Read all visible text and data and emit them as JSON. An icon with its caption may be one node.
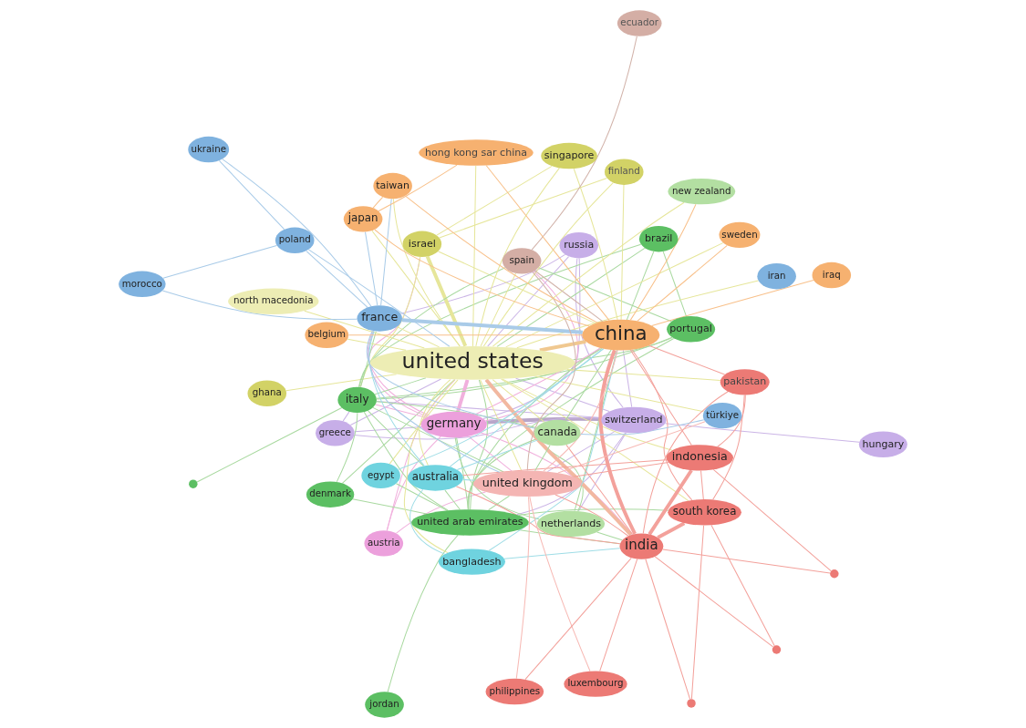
{
  "diagram": {
    "nodes": [
      {
        "text": [
          "ghana"
        ]
      },
      {
        "text": [
          "hungary"
        ]
      },
      {
        "text": [
          "austria"
        ]
      },
      {
        "text": [
          "switzerland"
        ]
      },
      {
        "text": [
          "russia"
        ]
      },
      {
        "text": [
          "greece"
        ]
      },
      {
        "text": [
          "jordan"
        ]
      },
      {
        "text": [
          "united arab emirates"
        ]
      },
      {
        "text": [
          "denmark"
        ]
      },
      {
        "text": [
          "portugal"
        ]
      },
      {
        "text": [
          "netherlands"
        ]
      },
      {
        "text": [
          "germany"
        ]
      },
      {
        "text": [
          "brazil"
        ]
      },
      {
        "text": [
          "finland"
        ]
      },
      {
        "text": [
          "israel"
        ]
      },
      {
        "text": [
          "italy"
        ]
      },
      {
        "text": [
          "united states"
        ]
      },
      {
        "text": [],
        "shape": "circle"
      },
      {
        "text": [
          "north macedonia"
        ]
      },
      {
        "text": [
          "bangladesh"
        ]
      },
      {
        "text": [
          "south korea"
        ]
      },
      {
        "text": [],
        "shape": "circle"
      },
      {
        "text": [
          "pakistan"
        ]
      },
      {
        "text": [],
        "shape": "circle"
      },
      {
        "text": [
          "indonesia"
        ]
      },
      {
        "text": [
          "india"
        ]
      },
      {
        "text": [
          "singapore"
        ]
      },
      {
        "text": [
          "egypt"
        ]
      },
      {
        "text": [
          "australia"
        ]
      },
      {
        "text": [
          "canada"
        ]
      },
      {
        "text": [
          "france"
        ]
      },
      {
        "text": [
          "sweden"
        ]
      },
      {
        "text": [
          "belgium"
        ]
      },
      {
        "text": [
          "spain"
        ]
      },
      {
        "text": [
          "united kingdom"
        ]
      },
      {
        "text": [
          "morocco"
        ]
      },
      {
        "text": [
          "poland"
        ]
      },
      {
        "text": [
          "ecuador"
        ]
      },
      {
        "text": [
          "japan"
        ]
      },
      {
        "text": [
          "china"
        ]
      },
      {
        "text": [
          "ukraine"
        ]
      },
      {
        "text": [
          "hong kong sar china"
        ]
      },
      {
        "text": [
          "taiwan"
        ]
      },
      {
        "text": [
          "new zealand"
        ]
      },
      {
        "text": [
          "luxembourg"
        ]
      },
      {
        "text": [
          "philippines"
        ]
      },
      {
        "text": [
          "iraq"
        ]
      },
      {
        "text": [
          "türkiye"
        ]
      },
      {
        "text": [
          "iran"
        ]
      },
      {
        "text": [],
        "shape": "circle"
      }
    ],
    "edges": [
      {
        "from": 0,
        "to": 16,
        "arrow": "none",
        "color": "#e6e69a"
      },
      {
        "from": 1,
        "to": 3,
        "arrow": "none",
        "color": "#cbb5e6"
      },
      {
        "from": 2,
        "to": 11,
        "arrow": "none",
        "color": "#f1b0dd"
      },
      {
        "from": 2,
        "to": 16,
        "arrow": "none",
        "color": "#f1b0dd"
      },
      {
        "from": 2,
        "to": 34,
        "arrow": "none",
        "color": "#f1b0dd"
      },
      {
        "from": 3,
        "to": 4,
        "arrow": "none",
        "color": "#cbb5e6"
      },
      {
        "from": 3,
        "to": 11,
        "arrow": "none",
        "color": "#b9a6c9",
        "style": "thick"
      },
      {
        "from": 3,
        "to": 16,
        "arrow": "none",
        "color": "#cbb5e6"
      },
      {
        "from": 3,
        "to": 15,
        "arrow": "none",
        "color": "#cbb5e6"
      },
      {
        "from": 3,
        "to": 7,
        "arrow": "none",
        "color": "#cbb5e6"
      },
      {
        "from": 3,
        "to": 39,
        "arrow": "none",
        "color": "#cbb5e6"
      },
      {
        "from": 3,
        "to": 34,
        "arrow": "none",
        "color": "#cbb5e6"
      },
      {
        "from": 3,
        "to": 10,
        "arrow": "none",
        "color": "#cbb5e6"
      },
      {
        "from": 4,
        "to": 11,
        "arrow": "none",
        "color": "#cbb5e6"
      },
      {
        "from": 4,
        "to": 16,
        "arrow": "none",
        "color": "#cbb5e6"
      },
      {
        "from": 4,
        "to": 30,
        "arrow": "none",
        "color": "#cbb5e6"
      },
      {
        "from": 5,
        "to": 11,
        "arrow": "none",
        "color": "#cbb5e6"
      },
      {
        "from": 5,
        "to": 16,
        "arrow": "none",
        "color": "#cbb5e6"
      },
      {
        "from": 5,
        "to": 15,
        "arrow": "none",
        "color": "#cbb5e6"
      },
      {
        "from": 5,
        "to": 3,
        "arrow": "none",
        "color": "#cbb5e6"
      },
      {
        "from": 6,
        "to": 7,
        "arrow": "none",
        "color": "#a9d9a0"
      },
      {
        "from": 7,
        "to": 16,
        "arrow": "none",
        "color": "#a9d9a0"
      },
      {
        "from": 7,
        "to": 25,
        "arrow": "none",
        "color": "#a9d9a0"
      },
      {
        "from": 7,
        "to": 39,
        "arrow": "none",
        "color": "#a9d9a0"
      },
      {
        "from": 7,
        "to": 15,
        "arrow": "none",
        "color": "#a9d9a0"
      },
      {
        "from": 7,
        "to": 11,
        "arrow": "none",
        "color": "#a9d9a0"
      },
      {
        "from": 7,
        "to": 34,
        "arrow": "none",
        "color": "#a9d9a0"
      },
      {
        "from": 7,
        "to": 29,
        "arrow": "none",
        "color": "#a9d9a0"
      },
      {
        "from": 7,
        "to": 28,
        "arrow": "none",
        "color": "#a9d9a0"
      },
      {
        "from": 7,
        "to": 20,
        "arrow": "none",
        "color": "#a9d9a0"
      },
      {
        "from": 7,
        "to": 9,
        "arrow": "none",
        "color": "#a9d9a0"
      },
      {
        "from": 7,
        "to": 27,
        "arrow": "none",
        "color": "#a9d9a0"
      },
      {
        "from": 8,
        "to": 15,
        "arrow": "none",
        "color": "#a9d9a0"
      },
      {
        "from": 8,
        "to": 16,
        "arrow": "none",
        "color": "#a9d9a0"
      },
      {
        "from": 8,
        "to": 7,
        "arrow": "none",
        "color": "#a9d9a0"
      },
      {
        "from": 9,
        "to": 12,
        "arrow": "none",
        "color": "#a9d9a0"
      },
      {
        "from": 9,
        "to": 15,
        "arrow": "none",
        "color": "#a9d9a0"
      },
      {
        "from": 9,
        "to": 16,
        "arrow": "none",
        "color": "#a9d9a0"
      },
      {
        "from": 9,
        "to": 33,
        "arrow": "none",
        "color": "#a9d9a0"
      },
      {
        "from": 10,
        "to": 16,
        "arrow": "none",
        "color": "#a9d9a0"
      },
      {
        "from": 10,
        "to": 39,
        "arrow": "none",
        "color": "#a9d9a0"
      },
      {
        "from": 10,
        "to": 25,
        "arrow": "none",
        "color": "#a9d9a0"
      },
      {
        "from": 10,
        "to": 11,
        "arrow": "none",
        "color": "#a9d9a0"
      },
      {
        "from": 11,
        "to": 16,
        "arrow": "none",
        "color": "#f1b0dd",
        "style": "thick"
      },
      {
        "from": 11,
        "to": 39,
        "arrow": "none",
        "color": "#f1b0dd"
      },
      {
        "from": 11,
        "to": 15,
        "arrow": "none",
        "color": "#f1b0dd"
      },
      {
        "from": 11,
        "to": 30,
        "arrow": "none",
        "color": "#f1b0dd"
      },
      {
        "from": 11,
        "to": 34,
        "arrow": "none",
        "color": "#f1b0dd"
      },
      {
        "from": 11,
        "to": 14,
        "arrow": "none",
        "color": "#f1b0dd"
      },
      {
        "from": 11,
        "to": 25,
        "arrow": "none",
        "color": "#f1b0dd"
      },
      {
        "from": 11,
        "to": 33,
        "arrow": "none",
        "color": "#f1b0dd"
      },
      {
        "from": 12,
        "to": 16,
        "arrow": "none",
        "color": "#a9d9a0"
      },
      {
        "from": 12,
        "to": 15,
        "arrow": "none",
        "color": "#a9d9a0"
      },
      {
        "from": 12,
        "to": 39,
        "arrow": "none",
        "color": "#a9d9a0"
      },
      {
        "from": 13,
        "to": 14,
        "arrow": "none",
        "color": "#e6e69a"
      },
      {
        "from": 13,
        "to": 16,
        "arrow": "none",
        "color": "#e6e69a"
      },
      {
        "from": 13,
        "to": 39,
        "arrow": "none",
        "color": "#e6e69a"
      },
      {
        "from": 14,
        "to": 16,
        "arrow": "none",
        "color": "#e6e69a",
        "style": "thick"
      },
      {
        "from": 14,
        "to": 15,
        "arrow": "none",
        "color": "#e6e69a"
      },
      {
        "from": 14,
        "to": 39,
        "arrow": "none",
        "color": "#e6e69a"
      },
      {
        "from": 14,
        "to": 26,
        "arrow": "none",
        "color": "#e6e69a"
      },
      {
        "from": 15,
        "to": 16,
        "arrow": "none",
        "color": "#a9d9a0"
      },
      {
        "from": 15,
        "to": 39,
        "arrow": "none",
        "color": "#a9d9a0"
      },
      {
        "from": 15,
        "to": 34,
        "arrow": "none",
        "color": "#a9d9a0"
      },
      {
        "from": 15,
        "to": 33,
        "arrow": "none",
        "color": "#a9d9a0"
      },
      {
        "from": 15,
        "to": 30,
        "arrow": "none",
        "color": "#a9d9a0"
      },
      {
        "from": 15,
        "to": 29,
        "arrow": "none",
        "color": "#a9d9a0"
      },
      {
        "from": 15,
        "to": 28,
        "arrow": "none",
        "color": "#a9d9a0"
      },
      {
        "from": 15,
        "to": 17,
        "arrow": "none",
        "color": "#a9d9a0"
      },
      {
        "from": 16,
        "to": 39,
        "arrow": "none",
        "color": "#f0c890",
        "style": "thick"
      },
      {
        "from": 16,
        "to": 25,
        "arrow": "none",
        "color": "#f2b8a0",
        "style": "thick"
      },
      {
        "from": 16,
        "to": 34,
        "arrow": "none",
        "color": "#e6e69a"
      },
      {
        "from": 16,
        "to": 29,
        "arrow": "none",
        "color": "#e6e69a"
      },
      {
        "from": 16,
        "to": 28,
        "arrow": "none",
        "color": "#e6e69a"
      },
      {
        "from": 16,
        "to": 20,
        "arrow": "none",
        "color": "#e6e69a"
      },
      {
        "from": 16,
        "to": 24,
        "arrow": "none",
        "color": "#e6e69a"
      },
      {
        "from": 16,
        "to": 38,
        "arrow": "none",
        "color": "#e6e69a"
      },
      {
        "from": 16,
        "to": 30,
        "arrow": "none",
        "color": "#e6e69a"
      },
      {
        "from": 16,
        "to": 26,
        "arrow": "none",
        "color": "#e6e69a"
      },
      {
        "from": 16,
        "to": 42,
        "arrow": "none",
        "color": "#e6e69a"
      },
      {
        "from": 16,
        "to": 41,
        "arrow": "none",
        "color": "#e6e69a"
      },
      {
        "from": 16,
        "to": 43,
        "arrow": "none",
        "color": "#e6e69a"
      },
      {
        "from": 16,
        "to": 27,
        "arrow": "none",
        "color": "#e6e69a"
      },
      {
        "from": 16,
        "to": 18,
        "arrow": "none",
        "color": "#e6e69a"
      },
      {
        "from": 16,
        "to": 22,
        "arrow": "none",
        "color": "#e6e69a"
      },
      {
        "from": 16,
        "to": 19,
        "arrow": "none",
        "color": "#e6e69a"
      },
      {
        "from": 16,
        "to": 33,
        "arrow": "none",
        "color": "#e6e69a"
      },
      {
        "from": 16,
        "to": 31,
        "arrow": "none",
        "color": "#e6e69a"
      },
      {
        "from": 16,
        "to": 32,
        "arrow": "none",
        "color": "#e6e69a"
      },
      {
        "from": 16,
        "to": 47,
        "arrow": "none",
        "color": "#e6e69a"
      },
      {
        "from": 16,
        "to": 48,
        "arrow": "none",
        "color": "#e6e69a"
      },
      {
        "from": 19,
        "to": 25,
        "arrow": "none",
        "color": "#9fdde6"
      },
      {
        "from": 19,
        "to": 28,
        "arrow": "none",
        "color": "#9fdde6"
      },
      {
        "from": 19,
        "to": 39,
        "arrow": "none",
        "color": "#9fdde6"
      },
      {
        "from": 20,
        "to": 25,
        "arrow": "none",
        "color": "#f3a19b",
        "style": "thick"
      },
      {
        "from": 20,
        "to": 24,
        "arrow": "none",
        "color": "#f3a19b"
      },
      {
        "from": 20,
        "to": 22,
        "arrow": "none",
        "color": "#f3a19b"
      },
      {
        "from": 20,
        "to": 39,
        "arrow": "none",
        "color": "#f3a19b"
      },
      {
        "from": 21,
        "to": 25,
        "arrow": "none",
        "color": "#f3a19b"
      },
      {
        "from": 21,
        "to": 20,
        "arrow": "none",
        "color": "#f3a19b"
      },
      {
        "from": 22,
        "to": 25,
        "arrow": "none",
        "color": "#f3a19b"
      },
      {
        "from": 22,
        "to": 24,
        "arrow": "none",
        "color": "#f3a19b"
      },
      {
        "from": 22,
        "to": 39,
        "arrow": "none",
        "color": "#f3a19b"
      },
      {
        "from": 23,
        "to": 24,
        "arrow": "none",
        "color": "#f3a19b"
      },
      {
        "from": 23,
        "to": 25,
        "arrow": "none",
        "color": "#f3a19b"
      },
      {
        "from": 24,
        "to": 25,
        "arrow": "none",
        "color": "#f3a19b",
        "style": "thick"
      },
      {
        "from": 24,
        "to": 39,
        "arrow": "none",
        "color": "#f3a19b"
      },
      {
        "from": 24,
        "to": 34,
        "arrow": "none",
        "color": "#f3a19b"
      },
      {
        "from": 24,
        "to": 28,
        "arrow": "none",
        "color": "#f3a19b"
      },
      {
        "from": 25,
        "to": 39,
        "arrow": "none",
        "color": "#f3a19b",
        "style": "thick"
      },
      {
        "from": 25,
        "to": 34,
        "arrow": "none",
        "color": "#f3a19b"
      },
      {
        "from": 25,
        "to": 28,
        "arrow": "none",
        "color": "#f3a19b"
      },
      {
        "from": 25,
        "to": 29,
        "arrow": "none",
        "color": "#f3a19b"
      },
      {
        "from": 26,
        "to": 39,
        "arrow": "none",
        "color": "#e6e69a"
      },
      {
        "from": 27,
        "to": 39,
        "arrow": "none",
        "color": "#9fdde6"
      },
      {
        "from": 28,
        "to": 39,
        "arrow": "none",
        "color": "#9fdde6"
      },
      {
        "from": 28,
        "to": 34,
        "arrow": "none",
        "color": "#9fdde6"
      },
      {
        "from": 28,
        "to": 30,
        "arrow": "none",
        "color": "#9fdde6"
      },
      {
        "from": 28,
        "to": 29,
        "arrow": "none",
        "color": "#9fdde6"
      },
      {
        "from": 29,
        "to": 39,
        "arrow": "none",
        "color": "#a9d9a0"
      },
      {
        "from": 29,
        "to": 34,
        "arrow": "none",
        "color": "#a9d9a0"
      },
      {
        "from": 30,
        "to": 39,
        "arrow": "none",
        "color": "#a9cbe8",
        "style": "thick"
      },
      {
        "from": 30,
        "to": 36,
        "arrow": "none",
        "color": "#a9cbe8"
      },
      {
        "from": 30,
        "to": 35,
        "arrow": "none",
        "color": "#a9cbe8"
      },
      {
        "from": 30,
        "to": 40,
        "arrow": "none",
        "color": "#a9cbe8"
      },
      {
        "from": 30,
        "to": 38,
        "arrow": "none",
        "color": "#a9cbe8"
      },
      {
        "from": 30,
        "to": 34,
        "arrow": "none",
        "color": "#a9cbe8"
      },
      {
        "from": 30,
        "to": 29,
        "arrow": "none",
        "color": "#a9cbe8"
      },
      {
        "from": 30,
        "to": 42,
        "arrow": "none",
        "color": "#a9cbe8"
      },
      {
        "from": 36,
        "to": 40,
        "arrow": "none",
        "color": "#a9cbe8"
      },
      {
        "from": 36,
        "to": 35,
        "arrow": "none",
        "color": "#a9cbe8"
      },
      {
        "from": 36,
        "to": 16,
        "arrow": "none",
        "color": "#a9cbe8"
      },
      {
        "from": 31,
        "to": 39,
        "arrow": "none",
        "color": "#f8c08a"
      },
      {
        "from": 32,
        "to": 39,
        "arrow": "none",
        "color": "#f8c08a"
      },
      {
        "from": 33,
        "to": 39,
        "arrow": "none",
        "color": "#d2b3aa"
      },
      {
        "from": 33,
        "to": 34,
        "arrow": "none",
        "color": "#d2b3aa"
      },
      {
        "from": 34,
        "to": 39,
        "arrow": "none",
        "color": "#f7b9b4"
      },
      {
        "from": 34,
        "to": 44,
        "arrow": "none",
        "color": "#f7b9b4"
      },
      {
        "from": 34,
        "to": 45,
        "arrow": "none",
        "color": "#f7b9b4"
      },
      {
        "from": 34,
        "to": 47,
        "arrow": "none",
        "color": "#f7b9b4"
      },
      {
        "from": 37,
        "to": 33,
        "arrow": "none",
        "color": "#d2b3aa"
      },
      {
        "from": 38,
        "to": 39,
        "arrow": "none",
        "color": "#f8c08a"
      },
      {
        "from": 38,
        "to": 42,
        "arrow": "none",
        "color": "#f8c08a"
      },
      {
        "from": 38,
        "to": 41,
        "arrow": "none",
        "color": "#f8c08a"
      },
      {
        "from": 39,
        "to": 41,
        "arrow": "none",
        "color": "#f8c08a"
      },
      {
        "from": 39,
        "to": 42,
        "arrow": "none",
        "color": "#f8c08a"
      },
      {
        "from": 39,
        "to": 46,
        "arrow": "none",
        "color": "#f8c08a"
      },
      {
        "from": 39,
        "to": 43,
        "arrow": "none",
        "color": "#f8c08a"
      },
      {
        "from": 44,
        "to": 25,
        "arrow": "none",
        "color": "#f3a19b"
      },
      {
        "from": 45,
        "to": 25,
        "arrow": "none",
        "color": "#f3a19b"
      },
      {
        "from": 47,
        "to": 29,
        "arrow": "none",
        "color": "#a9cbe8"
      },
      {
        "from": 49,
        "to": 25,
        "arrow": "none",
        "color": "#f3a19b"
      },
      {
        "from": 49,
        "to": 20,
        "arrow": "none",
        "color": "#f3a19b"
      }
    ]
  }
}
